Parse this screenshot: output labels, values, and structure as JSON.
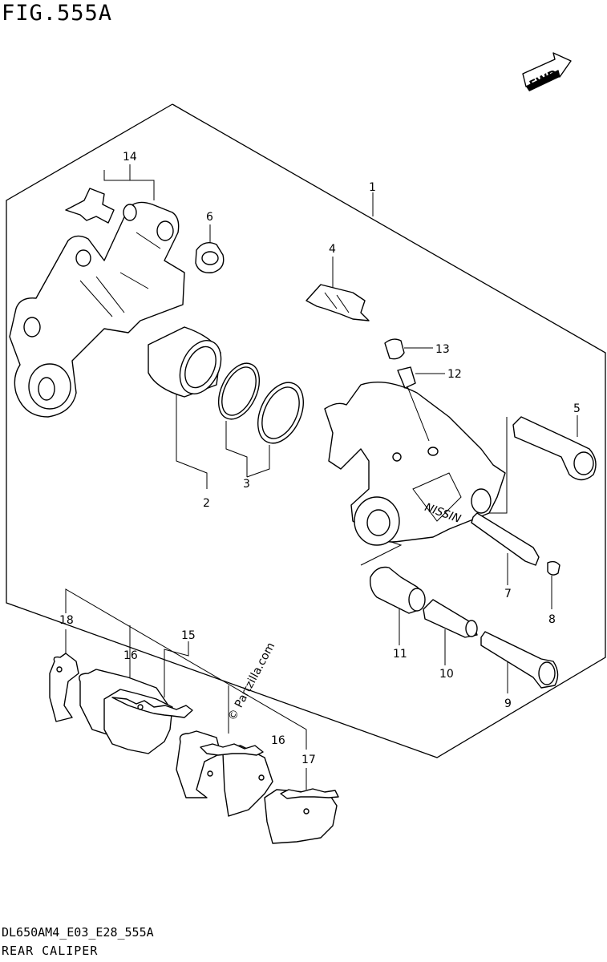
{
  "figure": {
    "title": "FIG.555A",
    "code": "DL650AM4_E03_E28_555A",
    "caption": "REAR CALIPER",
    "direction_label": "FWD",
    "watermark": "© Partzilla.com",
    "fwd_icon": "fwd-arrow-icon"
  },
  "callouts": {
    "c1": "1",
    "c2": "2",
    "c3": "3",
    "c4": "4",
    "c5": "5",
    "c6": "6",
    "c7": "7",
    "c8": "8",
    "c9": "9",
    "c10": "10",
    "c11": "11",
    "c12": "12",
    "c13": "13",
    "c14": "14",
    "c15": "15",
    "c16a": "16",
    "c16b": "16",
    "c17": "17",
    "c18": "18"
  }
}
